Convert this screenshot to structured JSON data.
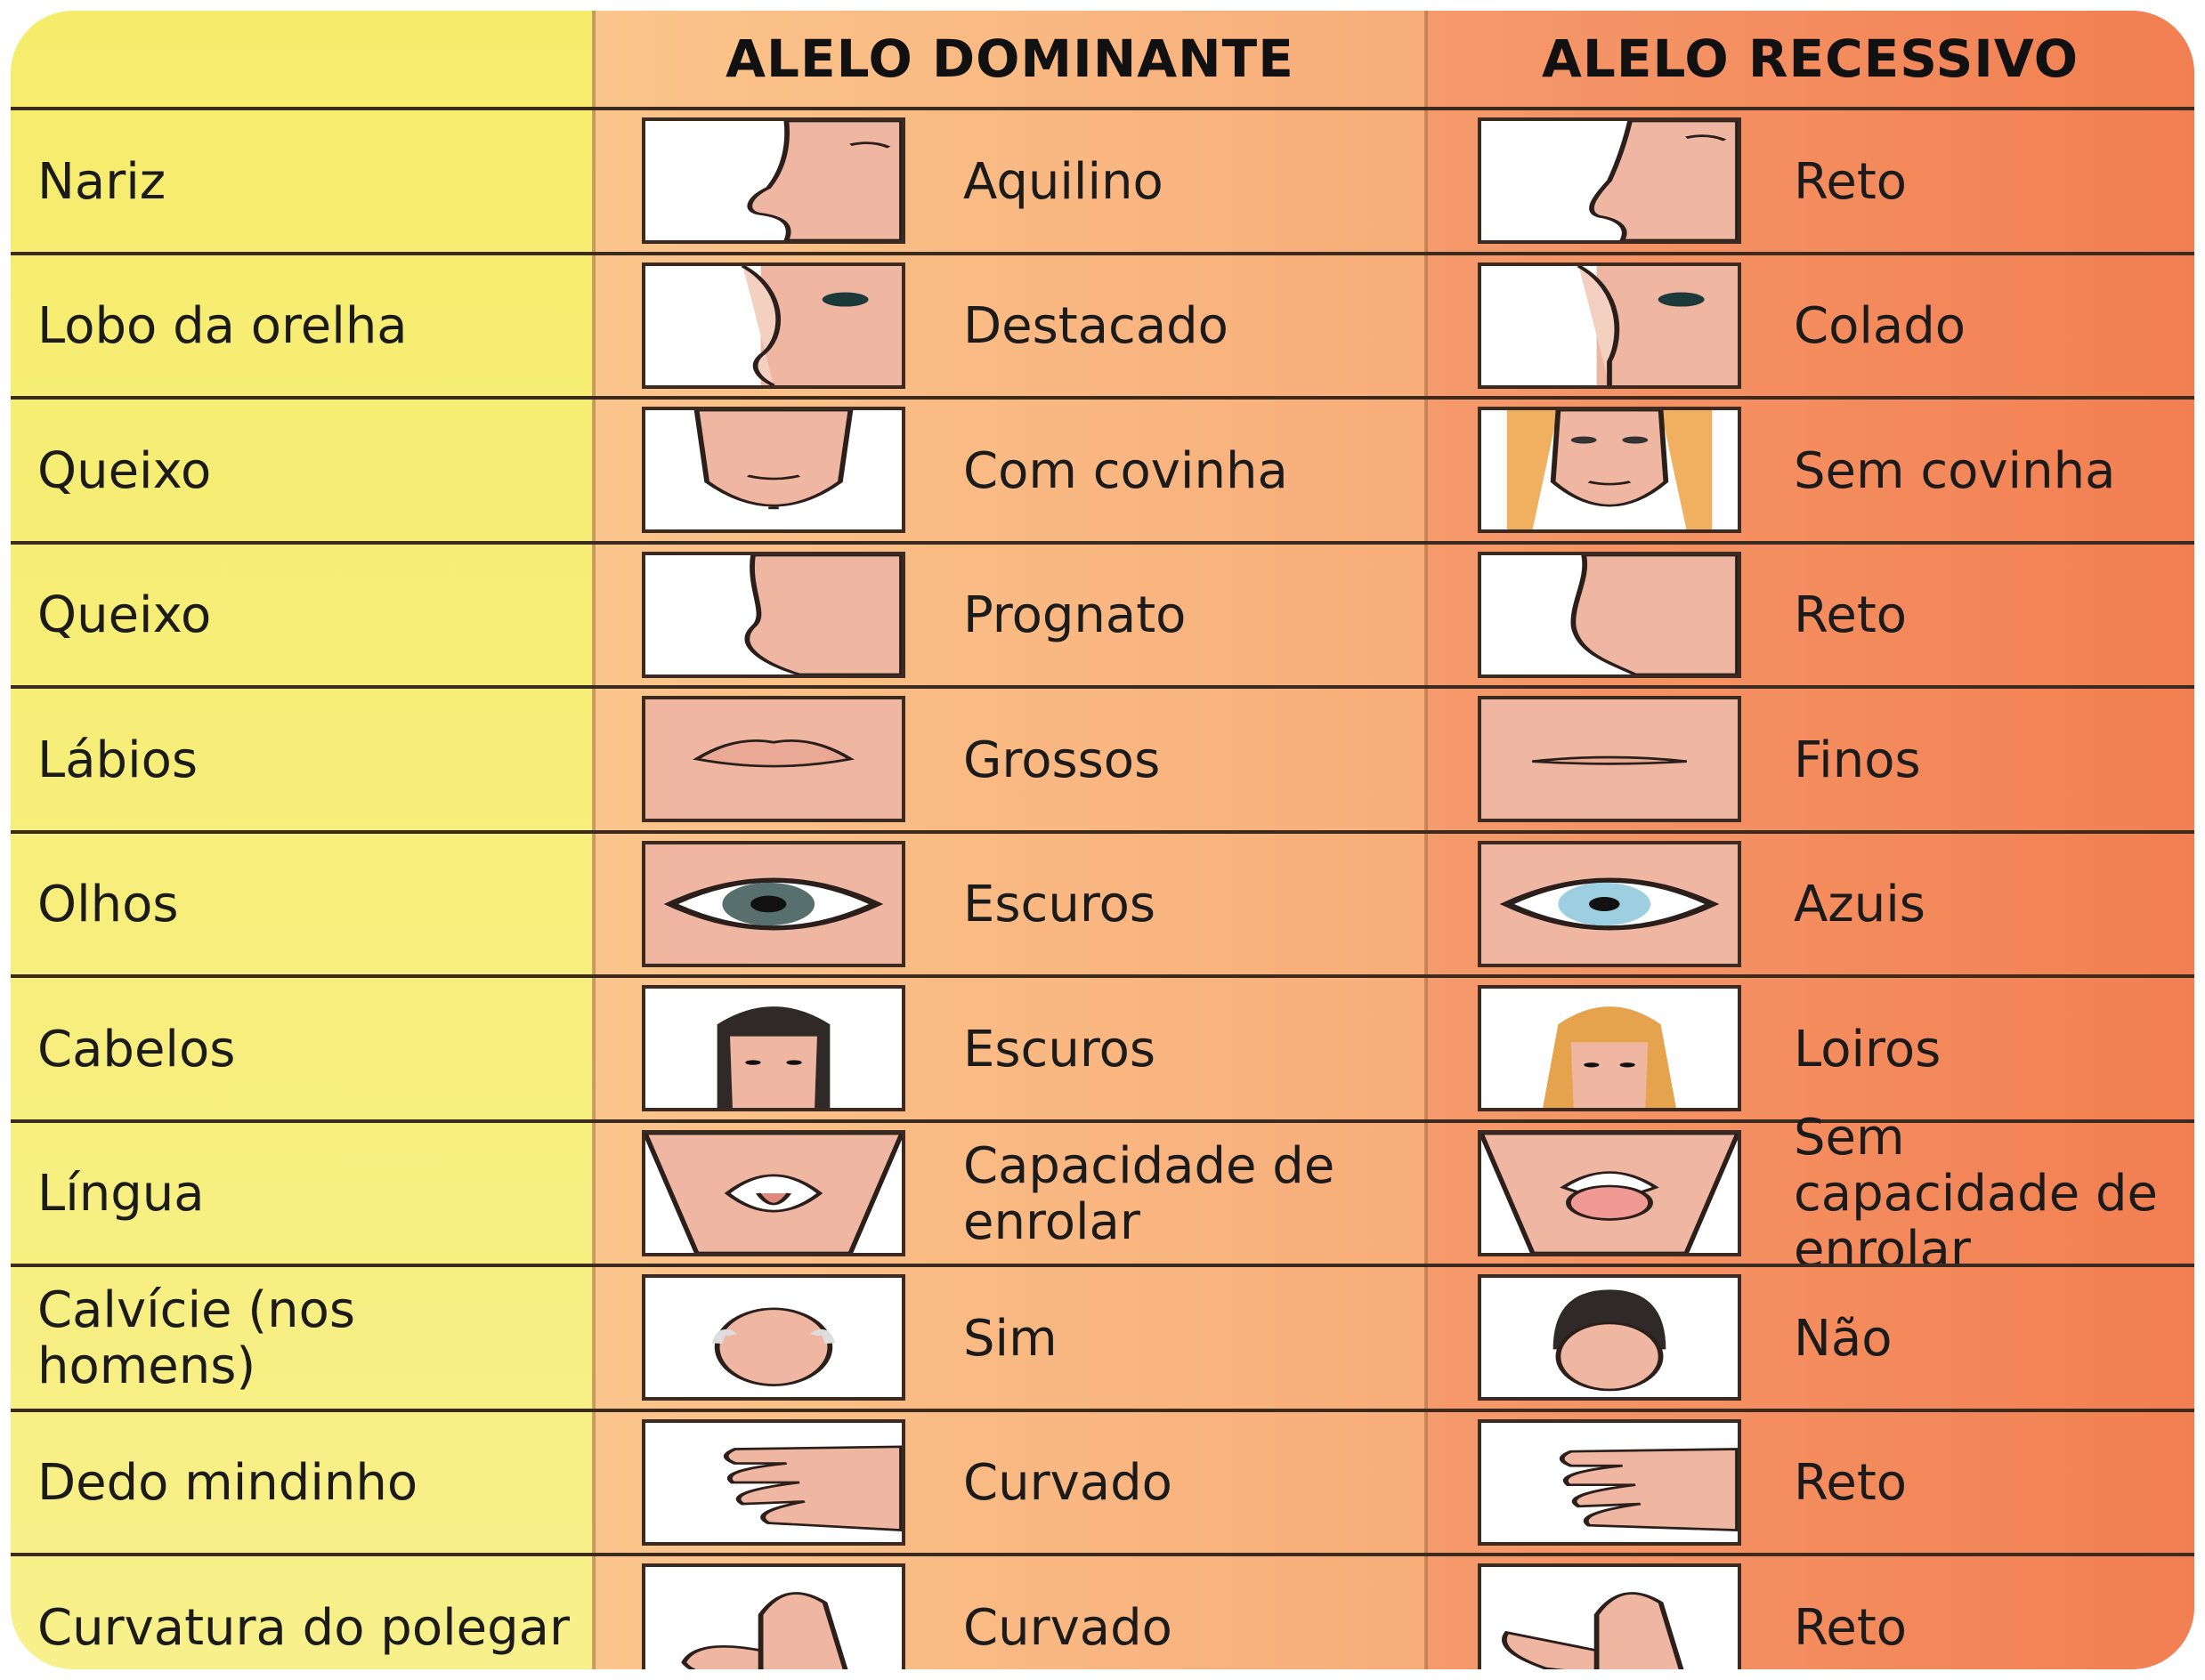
{
  "headers": {
    "dominant": "ALELO DOMINANTE",
    "recessive": "ALELO RECESSIVO"
  },
  "rows": [
    {
      "trait": "Nariz",
      "dominant": "Aquilino",
      "recessive": "Reto",
      "dominant_icon": "aquiline-nose-icon",
      "recessive_icon": "straight-nose-icon"
    },
    {
      "trait": "Lobo da orelha",
      "dominant": "Destacado",
      "recessive": "Colado",
      "dominant_icon": "detached-earlobe-icon",
      "recessive_icon": "attached-earlobe-icon"
    },
    {
      "trait": "Queixo",
      "dominant": "Com covinha",
      "recessive": "Sem covinha",
      "dominant_icon": "dimpled-chin-icon",
      "recessive_icon": "smooth-chin-icon"
    },
    {
      "trait": "Queixo",
      "dominant": "Prognato",
      "recessive": "Reto",
      "dominant_icon": "prognathous-chin-icon",
      "recessive_icon": "straight-chin-icon"
    },
    {
      "trait": "Lábios",
      "dominant": "Grossos",
      "recessive": "Finos",
      "dominant_icon": "thick-lips-icon",
      "recessive_icon": "thin-lips-icon"
    },
    {
      "trait": "Olhos",
      "dominant": "Escuros",
      "recessive": "Azuis",
      "dominant_icon": "dark-eye-icon",
      "recessive_icon": "blue-eye-icon"
    },
    {
      "trait": "Cabelos",
      "dominant": "Escuros",
      "recessive": "Loiros",
      "dominant_icon": "dark-hair-icon",
      "recessive_icon": "blonde-hair-icon"
    },
    {
      "trait": "Língua",
      "dominant": "Capacidade de enrolar",
      "recessive": "Sem capacidade de enrolar",
      "dominant_icon": "rolled-tongue-icon",
      "recessive_icon": "flat-tongue-icon"
    },
    {
      "trait": "Calvície (nos homens)",
      "dominant": "Sim",
      "recessive": "Não",
      "dominant_icon": "bald-head-icon",
      "recessive_icon": "full-hair-head-icon"
    },
    {
      "trait": "Dedo mindinho",
      "dominant": "Curvado",
      "recessive": "Reto",
      "dominant_icon": "bent-pinky-icon",
      "recessive_icon": "straight-pinky-icon"
    },
    {
      "trait": "Curvatura do polegar",
      "dominant": "Curvado",
      "recessive": "Reto",
      "dominant_icon": "bent-thumb-icon",
      "recessive_icon": "straight-thumb-icon"
    }
  ]
}
